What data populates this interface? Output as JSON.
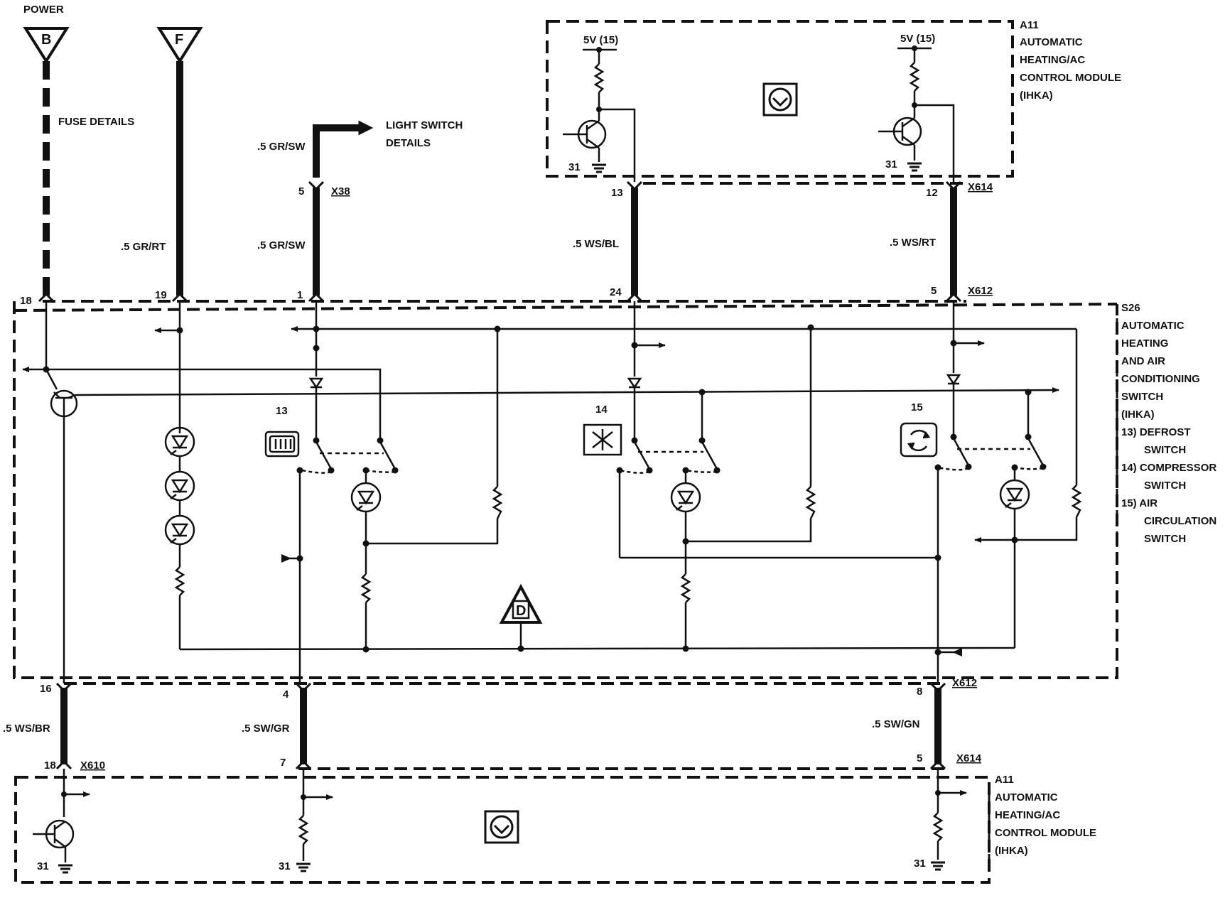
{
  "colors": {
    "ink": "#111111",
    "paper": "#ffffff"
  },
  "power": {
    "title": "POWER",
    "terminal_b": "B",
    "terminal_f": "F",
    "fuse_details": "FUSE DETAILS",
    "light_switch_line1": "LIGHT SWITCH",
    "light_switch_line2": "DETAILS"
  },
  "module_top": {
    "ref": "A11",
    "lines": [
      "AUTOMATIC",
      "HEATING/AC",
      "CONTROL MODULE",
      "(IHKA)"
    ],
    "supply_left": "5V (15)",
    "supply_right": "5V (15)",
    "ground_left": "31",
    "ground_right": "31"
  },
  "switch_unit": {
    "ref": "S26",
    "lines": [
      "AUTOMATIC",
      "HEATING",
      "AND AIR",
      "CONDITIONING",
      "SWITCH",
      "(IHKA)"
    ],
    "legend": [
      "13) DEFROST",
      "SWITCH",
      "14) COMPRESSOR",
      "SWITCH",
      "15) AIR",
      "CIRCULATION",
      "SWITCH"
    ],
    "switch_13": "13",
    "switch_14": "14",
    "switch_15": "15",
    "diag_symbol": "D"
  },
  "module_bottom": {
    "ref": "A11",
    "lines": [
      "AUTOMATIC",
      "HEATING/AC",
      "CONTROL MODULE",
      "(IHKA)"
    ],
    "ground_1": "31",
    "ground_2": "31",
    "ground_3": "31"
  },
  "wires": {
    "gr_rt": ".5 GR/RT",
    "gr_sw_upper": ".5 GR/SW",
    "gr_sw_lower": ".5 GR/SW",
    "ws_bl": ".5 WS/BL",
    "ws_rt": ".5 WS/RT",
    "ws_br": ".5 WS/BR",
    "sw_gr": ".5 SW/GR",
    "sw_gn": ".5 SW/GN"
  },
  "pins": {
    "x38_pin": "5",
    "s26_18": "18",
    "s26_19": "19",
    "s26_1": "1",
    "s26_24": "24",
    "s26_5": "5",
    "a11_13": "13",
    "a11_12": "12",
    "s26_16": "16",
    "s26_4": "4",
    "s26_8": "8",
    "a11_18": "18",
    "a11_7": "7",
    "a11_5": "5"
  },
  "connectors": {
    "x38": "X38",
    "x614_top": "X614",
    "x612_top": "X612",
    "x612_bottom": "X612",
    "x610": "X610",
    "x614_bottom": "X614"
  }
}
